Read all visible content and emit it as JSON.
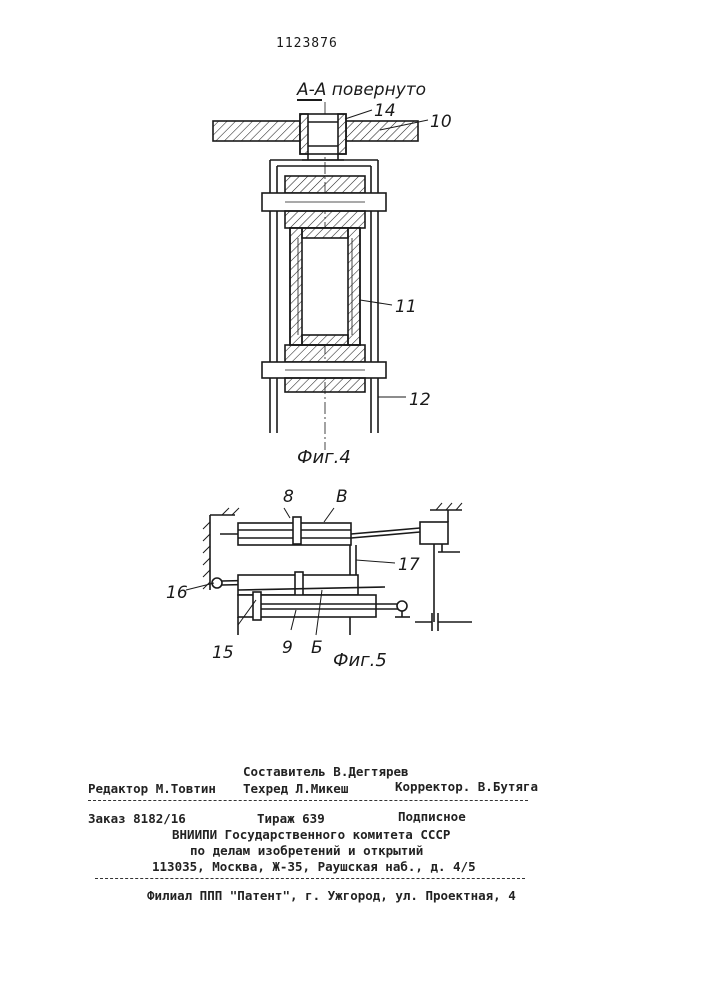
{
  "patent_number": "1123876",
  "fig4": {
    "section_label": "А-А повернуто",
    "caption": "Фиг.4",
    "labels": {
      "l14": "14",
      "l10": "10",
      "l11": "11",
      "l12": "12"
    }
  },
  "fig5": {
    "caption": "Фиг.5",
    "labels": {
      "l8": "8",
      "lV": "В",
      "l17": "17",
      "l16": "16",
      "l15": "15",
      "l9": "9",
      "lB": "Б"
    }
  },
  "imprint": {
    "compiler": "Составитель В.Дегтярев",
    "editor": "Редактор М.Товтин",
    "techred": "Техред Л.Микеш",
    "corrector": "Корректор. В.Бутяга",
    "order": "Заказ 8182/16",
    "circulation": "Тираж 639",
    "subscription": "Подписное",
    "org_line1": "ВНИИПИ Государственного комитета СССР",
    "org_line2": "по делам изобретений и открытий",
    "org_line3": "113035, Москва, Ж-35, Раушская наб., д. 4/5",
    "branch": "Филиал ППП \"Патент\", г. Ужгород, ул. Проектная, 4"
  }
}
